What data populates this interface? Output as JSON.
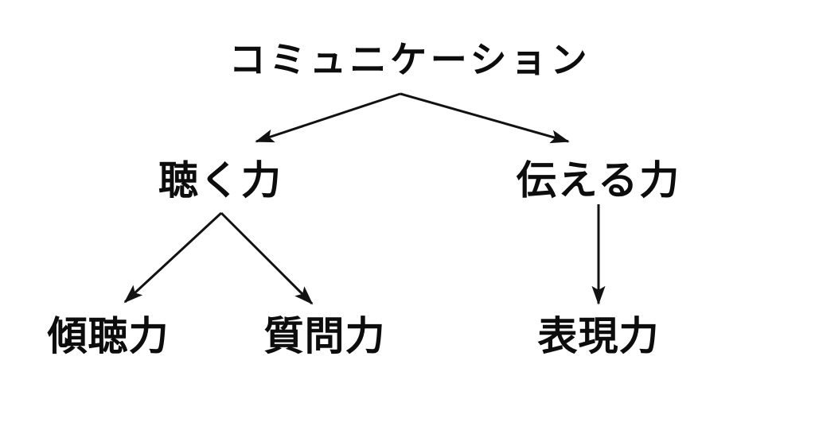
{
  "diagram": {
    "type": "tree",
    "title": "コミュニケーション",
    "background_color": "#ffffff",
    "line_color": "#121212",
    "text_color": "#0d0d0d",
    "nodes": {
      "root": {
        "label": "コミュニケーション",
        "level": 1
      },
      "branch_left": {
        "label": "聴く力",
        "level": 2
      },
      "branch_right": {
        "label": "伝える力",
        "level": 2
      },
      "leaf_one": {
        "label": "傾聴力",
        "level": 3
      },
      "leaf_two": {
        "label": "質問力",
        "level": 3
      },
      "leaf_three": {
        "label": "表現力",
        "level": 3
      }
    },
    "edges": [
      {
        "from": "root",
        "to": "branch_left",
        "arrow": "end"
      },
      {
        "from": "root",
        "to": "branch_right",
        "arrow": "end"
      },
      {
        "from": "branch_left",
        "to": "leaf_one",
        "arrow": "end"
      },
      {
        "from": "branch_left",
        "to": "leaf_two",
        "arrow": "end"
      },
      {
        "from": "branch_right",
        "to": "leaf_three",
        "arrow": "end"
      }
    ]
  }
}
